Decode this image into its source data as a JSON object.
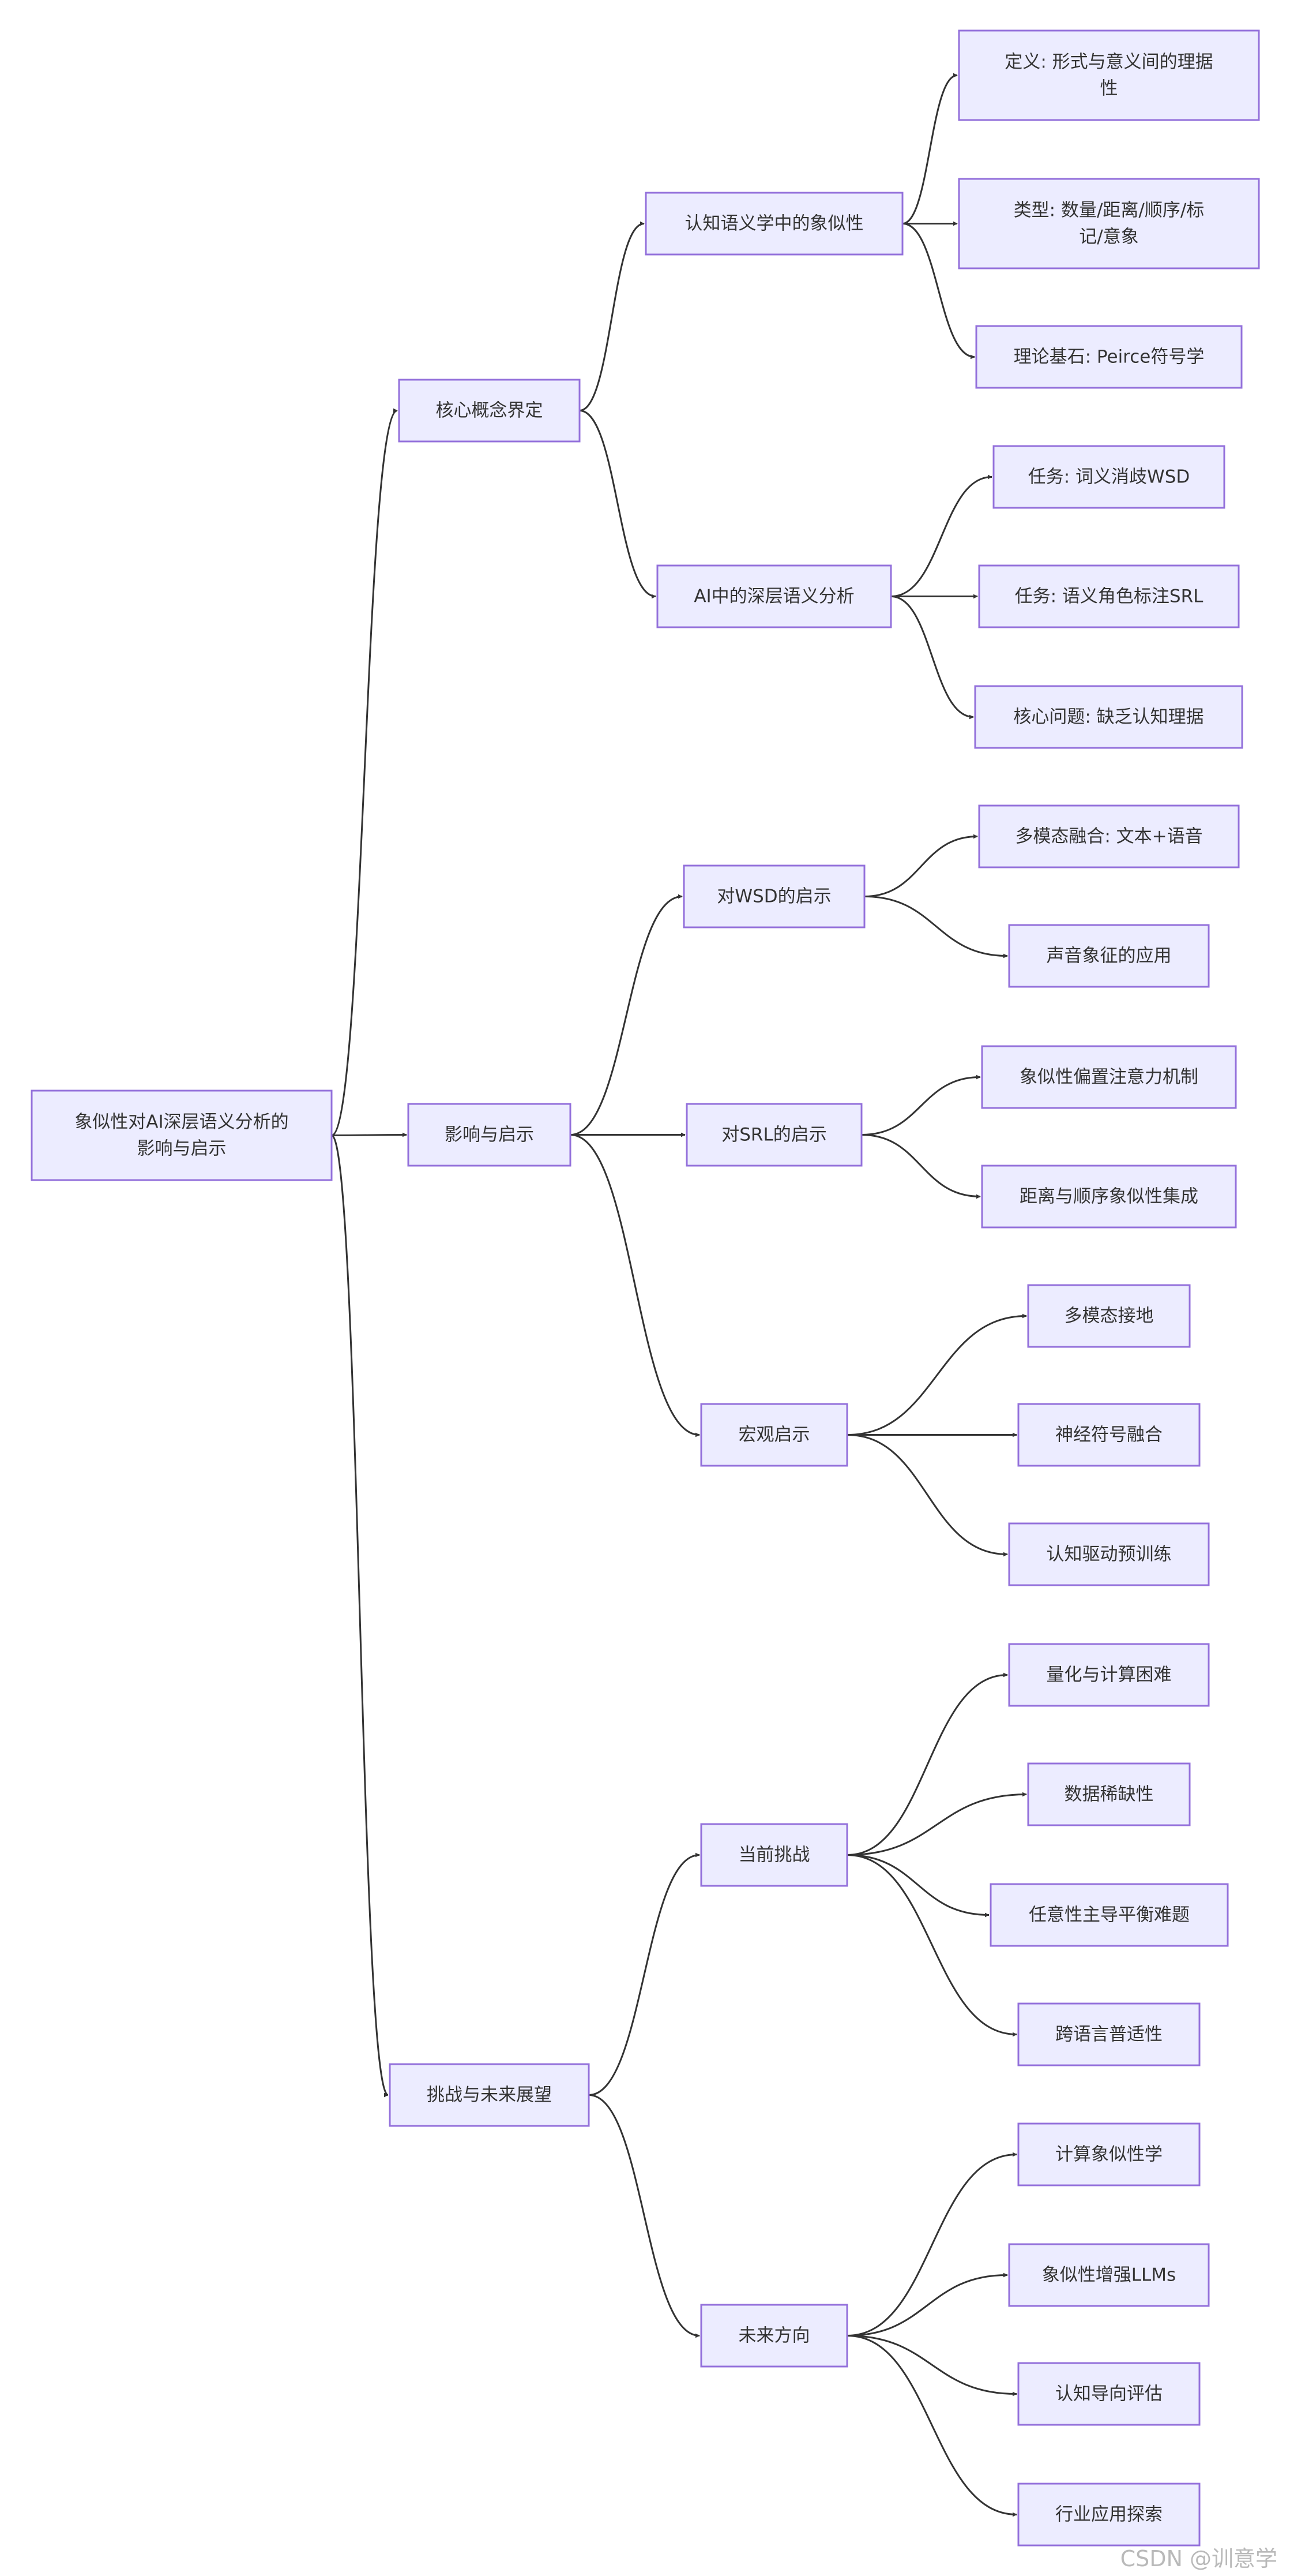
{
  "diagram": {
    "type": "flowchart",
    "direction": "left-to-right",
    "colors": {
      "node_fill": "#ECECFF",
      "node_border": "#9370DB",
      "edge": "#333333",
      "text": "#333333"
    },
    "nodes": [
      {
        "id": "root",
        "lines": [
          "象似性对AI深层语义分析的",
          "影响与启示"
        ]
      },
      {
        "id": "n_core",
        "lines": [
          "核心概念界定"
        ]
      },
      {
        "id": "n_impact",
        "lines": [
          "影响与启示"
        ]
      },
      {
        "id": "n_challenge",
        "lines": [
          "挑战与未来展望"
        ]
      },
      {
        "id": "n_cog",
        "lines": [
          "认知语义学中的象似性"
        ]
      },
      {
        "id": "n_ai",
        "lines": [
          "AI中的深层语义分析"
        ]
      },
      {
        "id": "n_wsd",
        "lines": [
          "对WSD的启示"
        ]
      },
      {
        "id": "n_srl",
        "lines": [
          "对SRL的启示"
        ]
      },
      {
        "id": "n_macro",
        "lines": [
          "宏观启示"
        ]
      },
      {
        "id": "n_current",
        "lines": [
          "当前挑战"
        ]
      },
      {
        "id": "n_future",
        "lines": [
          "未来方向"
        ]
      },
      {
        "id": "l_def",
        "lines": [
          "定义: 形式与意义间的理据",
          "性"
        ]
      },
      {
        "id": "l_type",
        "lines": [
          "类型: 数量/距离/顺序/标",
          "记/意象"
        ]
      },
      {
        "id": "l_theory",
        "lines": [
          "理论基石: Peirce符号学"
        ]
      },
      {
        "id": "l_task_wsd",
        "lines": [
          "任务: 词义消歧WSD"
        ]
      },
      {
        "id": "l_task_srl",
        "lines": [
          "任务: 语义角色标注SRL"
        ]
      },
      {
        "id": "l_core_issue",
        "lines": [
          "核心问题: 缺乏认知理据"
        ]
      },
      {
        "id": "l_multimodal_fusion",
        "lines": [
          "多模态融合: 文本+语音"
        ]
      },
      {
        "id": "l_sound_symbol",
        "lines": [
          "声音象征的应用"
        ]
      },
      {
        "id": "l_attention",
        "lines": [
          "象似性偏置注意力机制"
        ]
      },
      {
        "id": "l_distance_order",
        "lines": [
          "距离与顺序象似性集成"
        ]
      },
      {
        "id": "l_grounding",
        "lines": [
          "多模态接地"
        ]
      },
      {
        "id": "l_neurosymbolic",
        "lines": [
          "神经符号融合"
        ]
      },
      {
        "id": "l_pretrain",
        "lines": [
          "认知驱动预训练"
        ]
      },
      {
        "id": "l_quantify",
        "lines": [
          "量化与计算困难"
        ]
      },
      {
        "id": "l_sparsity",
        "lines": [
          "数据稀缺性"
        ]
      },
      {
        "id": "l_arbitrariness",
        "lines": [
          "任意性主导平衡难题"
        ]
      },
      {
        "id": "l_crosslingual",
        "lines": [
          "跨语言普适性"
        ]
      },
      {
        "id": "l_comp_iconicity",
        "lines": [
          "计算象似性学"
        ]
      },
      {
        "id": "l_llms",
        "lines": [
          "象似性增强LLMs"
        ]
      },
      {
        "id": "l_eval",
        "lines": [
          "认知导向评估"
        ]
      },
      {
        "id": "l_industry",
        "lines": [
          "行业应用探索"
        ]
      }
    ],
    "edges": [
      [
        "root",
        "n_core"
      ],
      [
        "root",
        "n_impact"
      ],
      [
        "root",
        "n_challenge"
      ],
      [
        "n_core",
        "n_cog"
      ],
      [
        "n_core",
        "n_ai"
      ],
      [
        "n_cog",
        "l_def"
      ],
      [
        "n_cog",
        "l_type"
      ],
      [
        "n_cog",
        "l_theory"
      ],
      [
        "n_ai",
        "l_task_wsd"
      ],
      [
        "n_ai",
        "l_task_srl"
      ],
      [
        "n_ai",
        "l_core_issue"
      ],
      [
        "n_impact",
        "n_wsd"
      ],
      [
        "n_impact",
        "n_srl"
      ],
      [
        "n_impact",
        "n_macro"
      ],
      [
        "n_wsd",
        "l_multimodal_fusion"
      ],
      [
        "n_wsd",
        "l_sound_symbol"
      ],
      [
        "n_srl",
        "l_attention"
      ],
      [
        "n_srl",
        "l_distance_order"
      ],
      [
        "n_macro",
        "l_grounding"
      ],
      [
        "n_macro",
        "l_neurosymbolic"
      ],
      [
        "n_macro",
        "l_pretrain"
      ],
      [
        "n_challenge",
        "n_current"
      ],
      [
        "n_challenge",
        "n_future"
      ],
      [
        "n_current",
        "l_quantify"
      ],
      [
        "n_current",
        "l_sparsity"
      ],
      [
        "n_current",
        "l_arbitrariness"
      ],
      [
        "n_current",
        "l_crosslingual"
      ],
      [
        "n_future",
        "l_comp_iconicity"
      ],
      [
        "n_future",
        "l_llms"
      ],
      [
        "n_future",
        "l_eval"
      ],
      [
        "n_future",
        "l_industry"
      ]
    ]
  },
  "watermark": "CSDN @训意学"
}
